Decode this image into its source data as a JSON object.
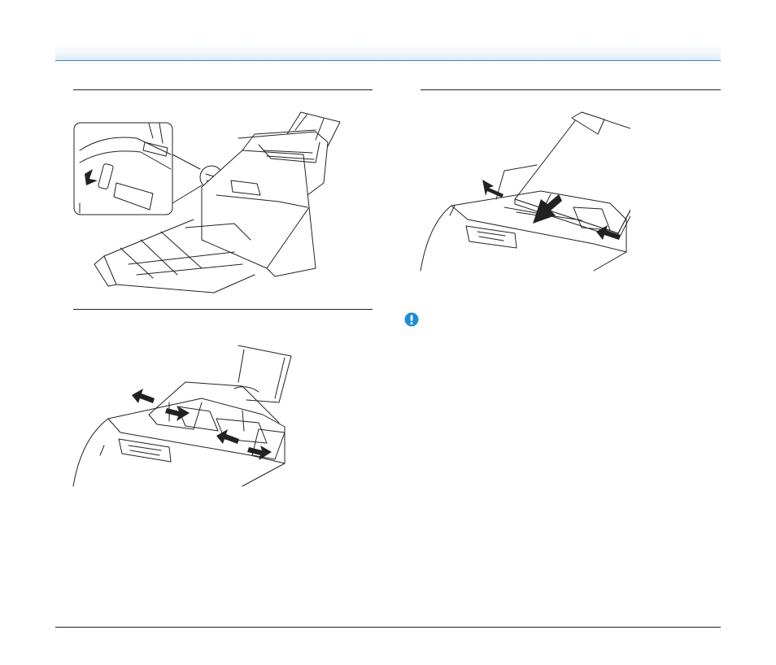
{
  "page": {
    "header": {},
    "sections": [
      {
        "figure": "scanner-with-trays-open",
        "inset": "power-switch-closeup"
      },
      {
        "figure": "document-guides-adjust"
      },
      {
        "figure": "document-loading"
      }
    ],
    "notice": {
      "icon": "important-icon",
      "color": "#1a8fd6"
    }
  },
  "colors": {
    "line": "#222222",
    "accent": "#3d85c6",
    "notice": "#1a8fd6"
  }
}
